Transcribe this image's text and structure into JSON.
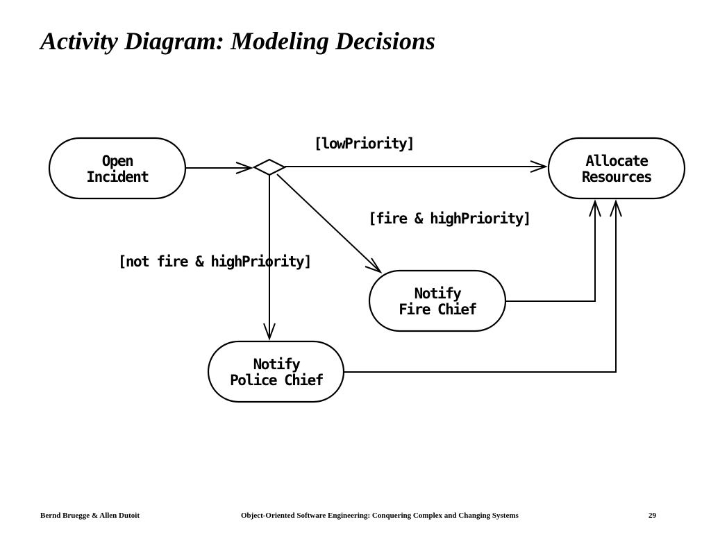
{
  "title": "Activity Diagram: Modeling Decisions",
  "nodes": {
    "open_incident": {
      "line1": "Open",
      "line2": "Incident"
    },
    "allocate_resources": {
      "line1": "Allocate",
      "line2": "Resources"
    },
    "notify_fire_chief": {
      "line1": "Notify",
      "line2": "Fire Chief"
    },
    "notify_police_chief": {
      "line1": "Notify",
      "line2": "Police Chief"
    }
  },
  "guards": {
    "low_priority": "[lowPriority]",
    "fire_high_priority": "[fire & highPriority]",
    "not_fire_high_priority": "[not fire & highPriority]"
  },
  "footer": {
    "authors": "Bernd Bruegge & Allen Dutoit",
    "course": "Object-Oriented Software Engineering: Conquering Complex and Changing Systems",
    "page": "29"
  }
}
